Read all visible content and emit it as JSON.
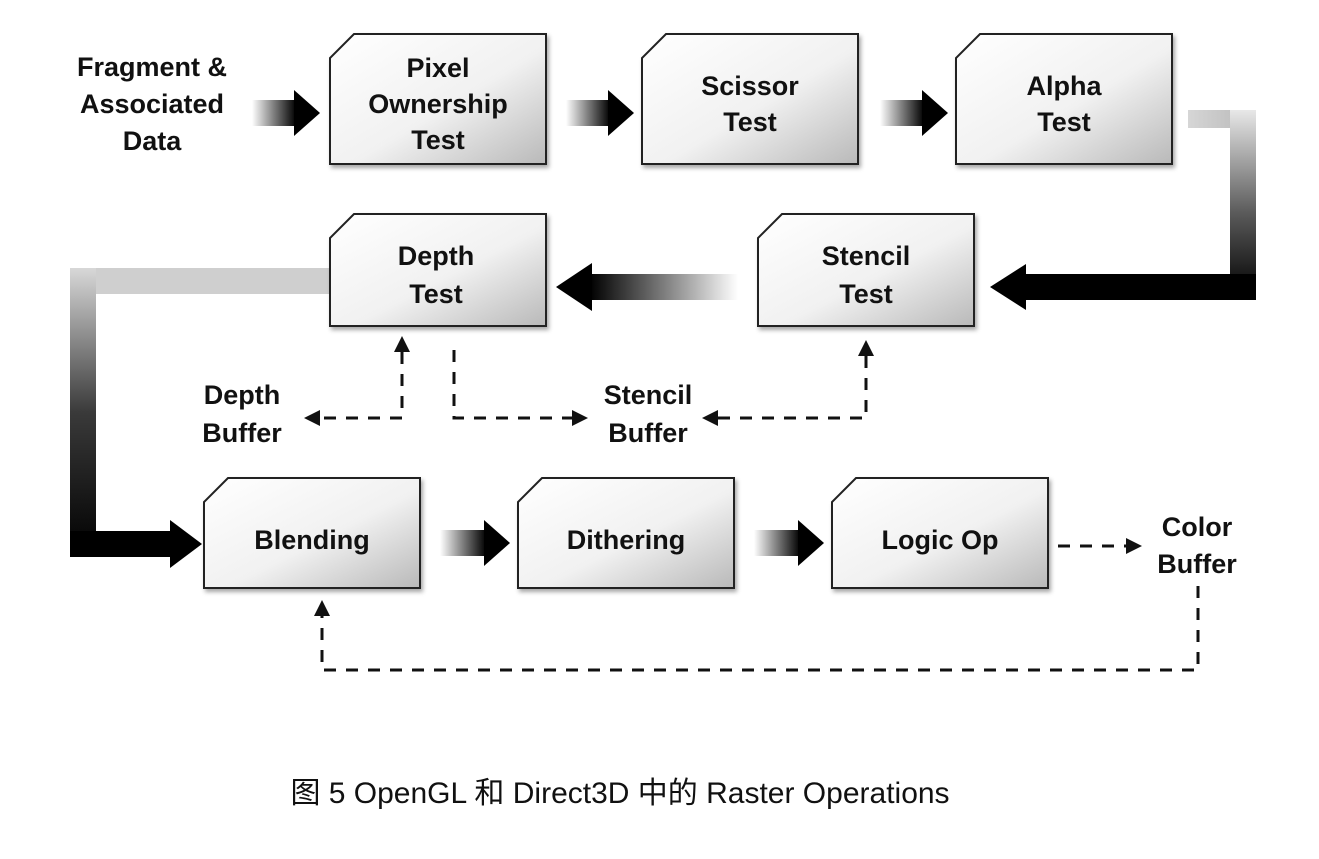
{
  "diagram": {
    "input": {
      "lines": [
        "Fragment &",
        "Associated",
        "Data"
      ]
    },
    "nodes": {
      "pixel_ownership": {
        "lines": [
          "Pixel",
          "Ownership",
          "Test"
        ]
      },
      "scissor": {
        "lines": [
          "Scissor",
          "Test"
        ]
      },
      "alpha": {
        "lines": [
          "Alpha",
          "Test"
        ]
      },
      "stencil": {
        "lines": [
          "Stencil",
          "Test"
        ]
      },
      "depth": {
        "lines": [
          "Depth",
          "Test"
        ]
      },
      "blending": {
        "lines": [
          "Blending"
        ]
      },
      "dithering": {
        "lines": [
          "Dithering"
        ]
      },
      "logic_op": {
        "lines": [
          "Logic Op"
        ]
      }
    },
    "buffers": {
      "depth_buffer": {
        "lines": [
          "Depth",
          "Buffer"
        ]
      },
      "stencil_buffer": {
        "lines": [
          "Stencil",
          "Buffer"
        ]
      },
      "color_buffer": {
        "lines": [
          "Color",
          "Buffer"
        ]
      }
    }
  },
  "caption": "图  5 OpenGL 和 Direct3D 中的 Raster Operations"
}
